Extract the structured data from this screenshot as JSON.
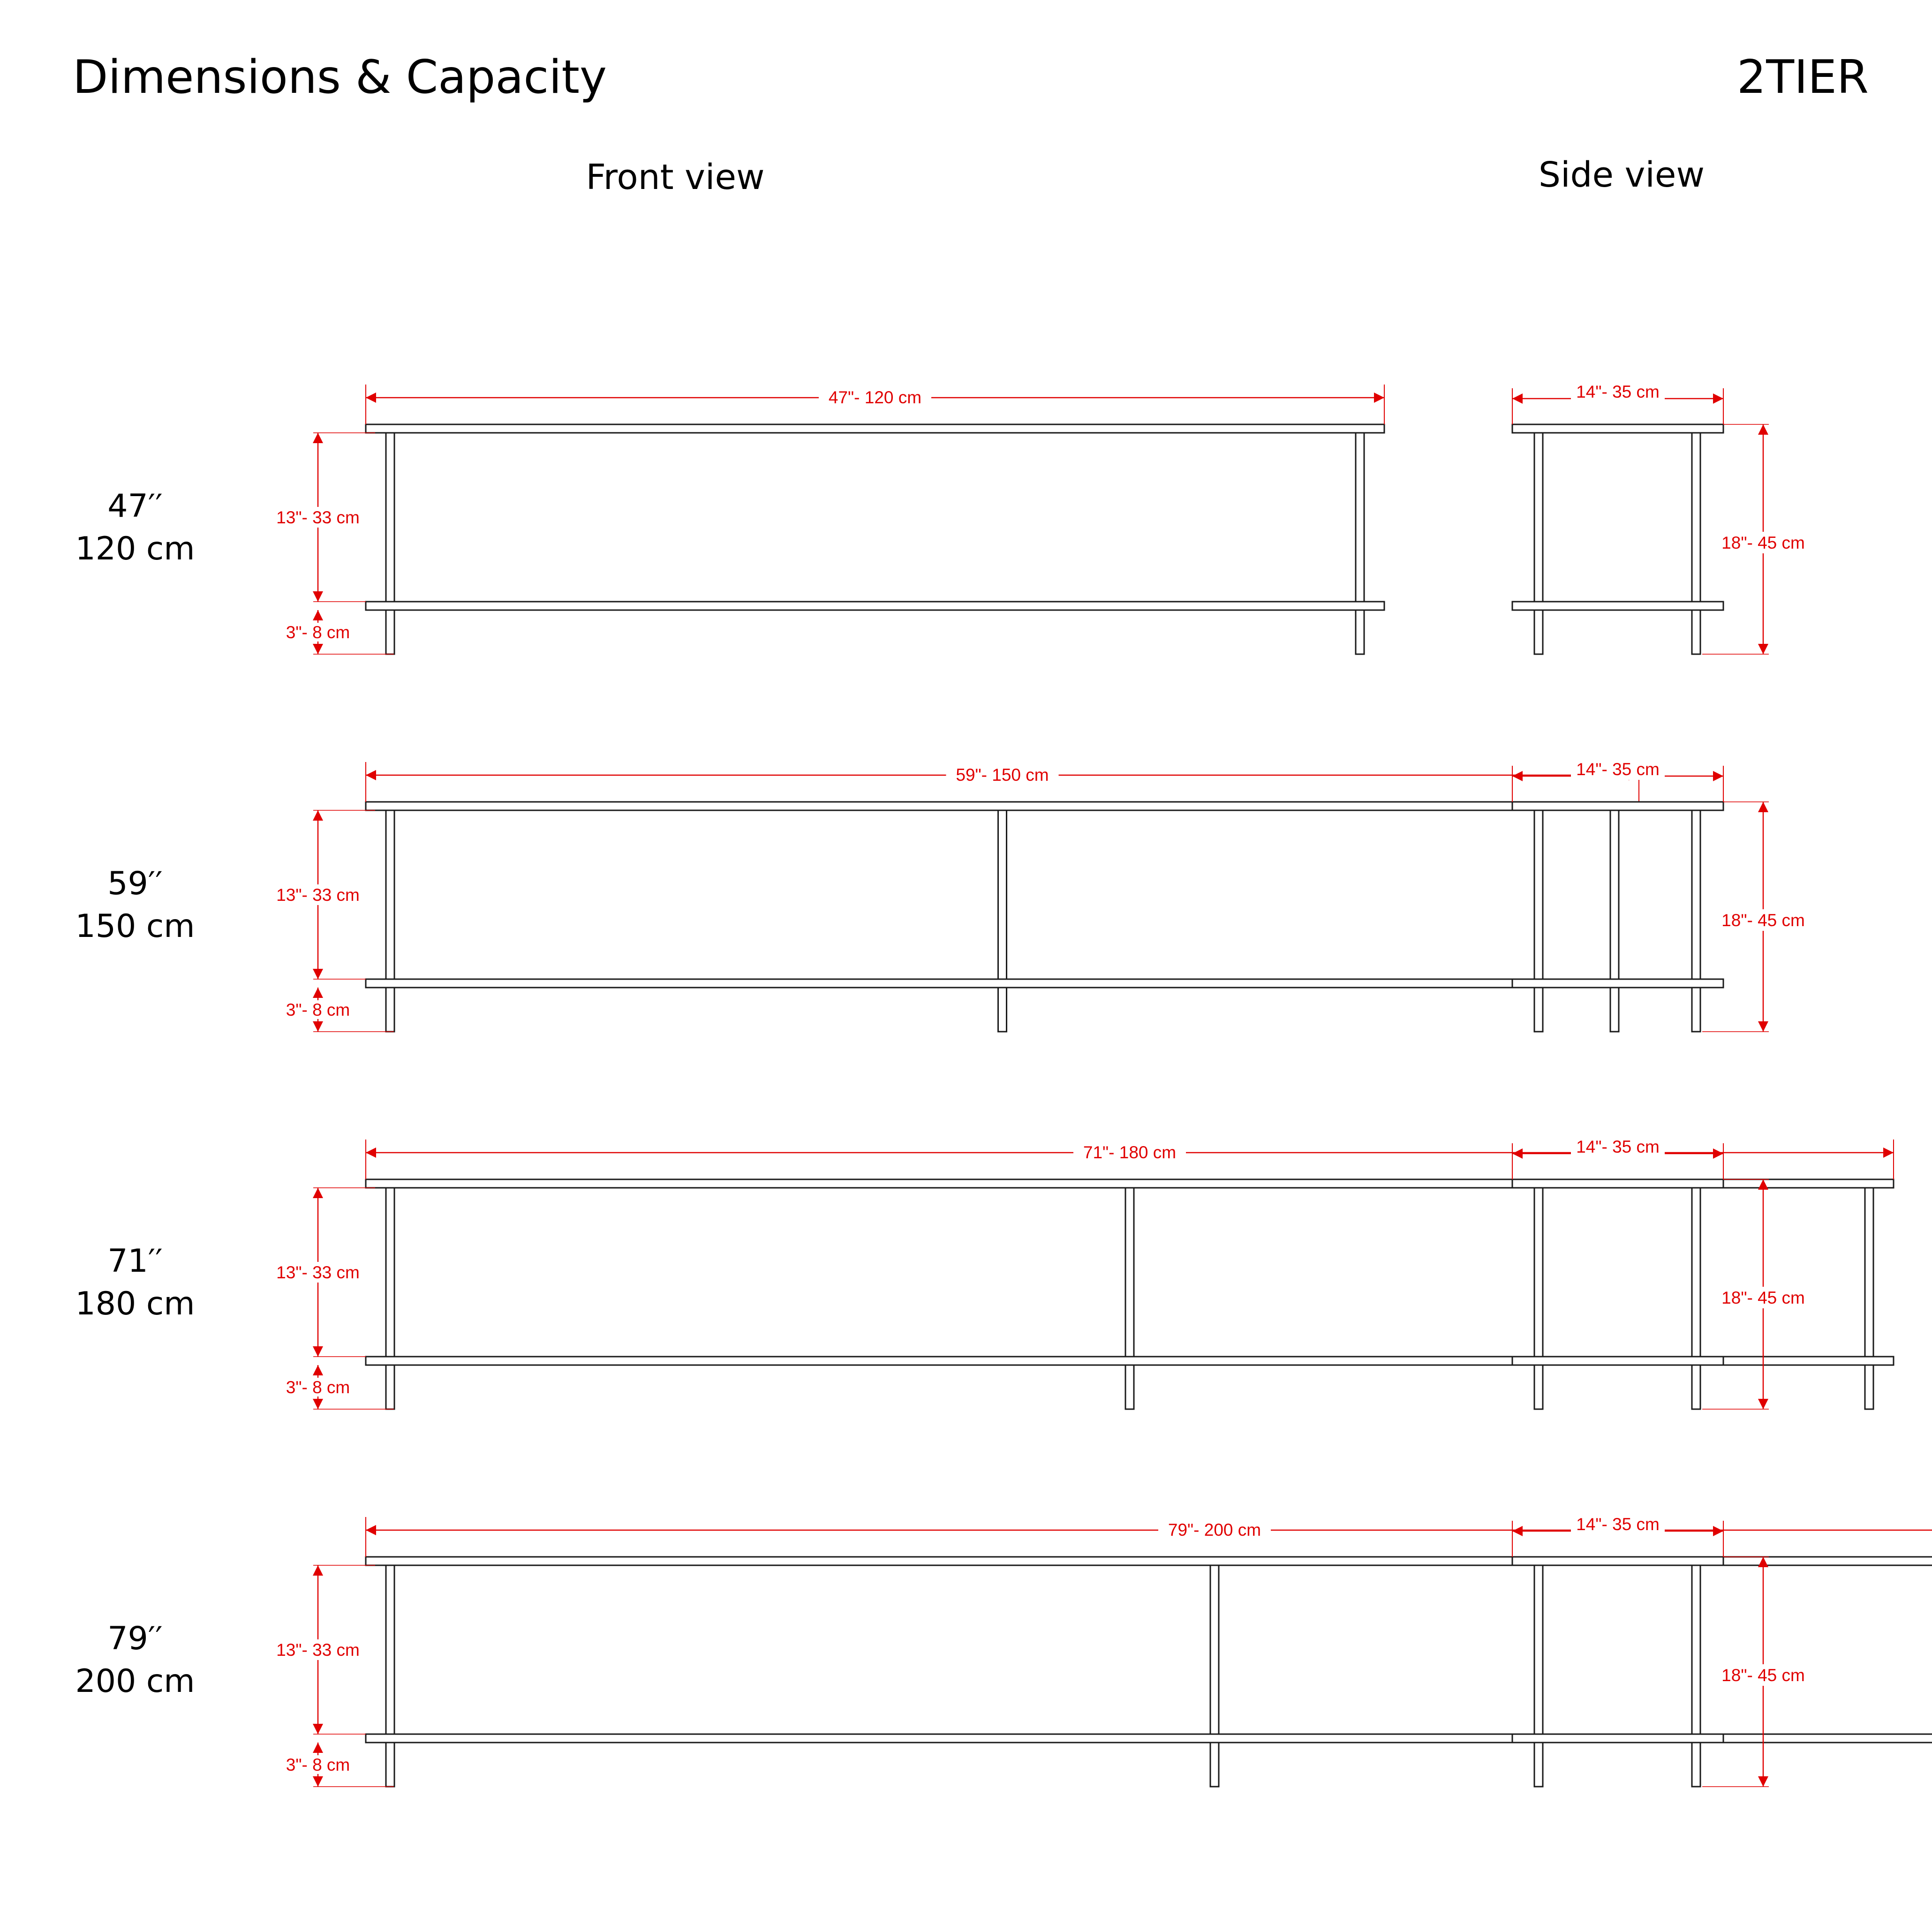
{
  "title": "Dimensions & Capacity",
  "model": "2TIER",
  "views": {
    "front": "Front view",
    "side": "Side view"
  },
  "colors": {
    "line": "#1a1a1a",
    "dimension": "#e00000",
    "text": "#000000"
  },
  "configurations": [
    {
      "size_in": "47′′",
      "size_cm": "120 cm",
      "width_label": "47\"- 120 cm",
      "width_cm": 120,
      "bays": 1,
      "height_label": "13\"- 33 cm",
      "foot_label": "3\"- 8 cm",
      "depth_label": "14\"- 35 cm",
      "total_height_label": "18\"- 45 cm"
    },
    {
      "size_in": "59′′",
      "size_cm": "150 cm",
      "width_label": "59\"- 150 cm",
      "width_cm": 150,
      "bays": 2,
      "height_label": "13\"- 33 cm",
      "foot_label": "3\"- 8 cm",
      "depth_label": "14\"- 35 cm",
      "total_height_label": "18\"- 45 cm"
    },
    {
      "size_in": "71′′",
      "size_cm": "180 cm",
      "width_label": "71\"- 180 cm",
      "width_cm": 180,
      "bays": 2,
      "height_label": "13\"- 33 cm",
      "foot_label": "3\"- 8 cm",
      "depth_label": "14\"- 35 cm",
      "total_height_label": "18\"- 45 cm"
    },
    {
      "size_in": "79′′",
      "size_cm": "200 cm",
      "width_label": "79\"- 200 cm",
      "width_cm": 200,
      "bays": 2,
      "height_label": "13\"- 33 cm",
      "foot_label": "3\"- 8 cm",
      "depth_label": "14\"- 35 cm",
      "total_height_label": "18\"- 45 cm"
    }
  ]
}
